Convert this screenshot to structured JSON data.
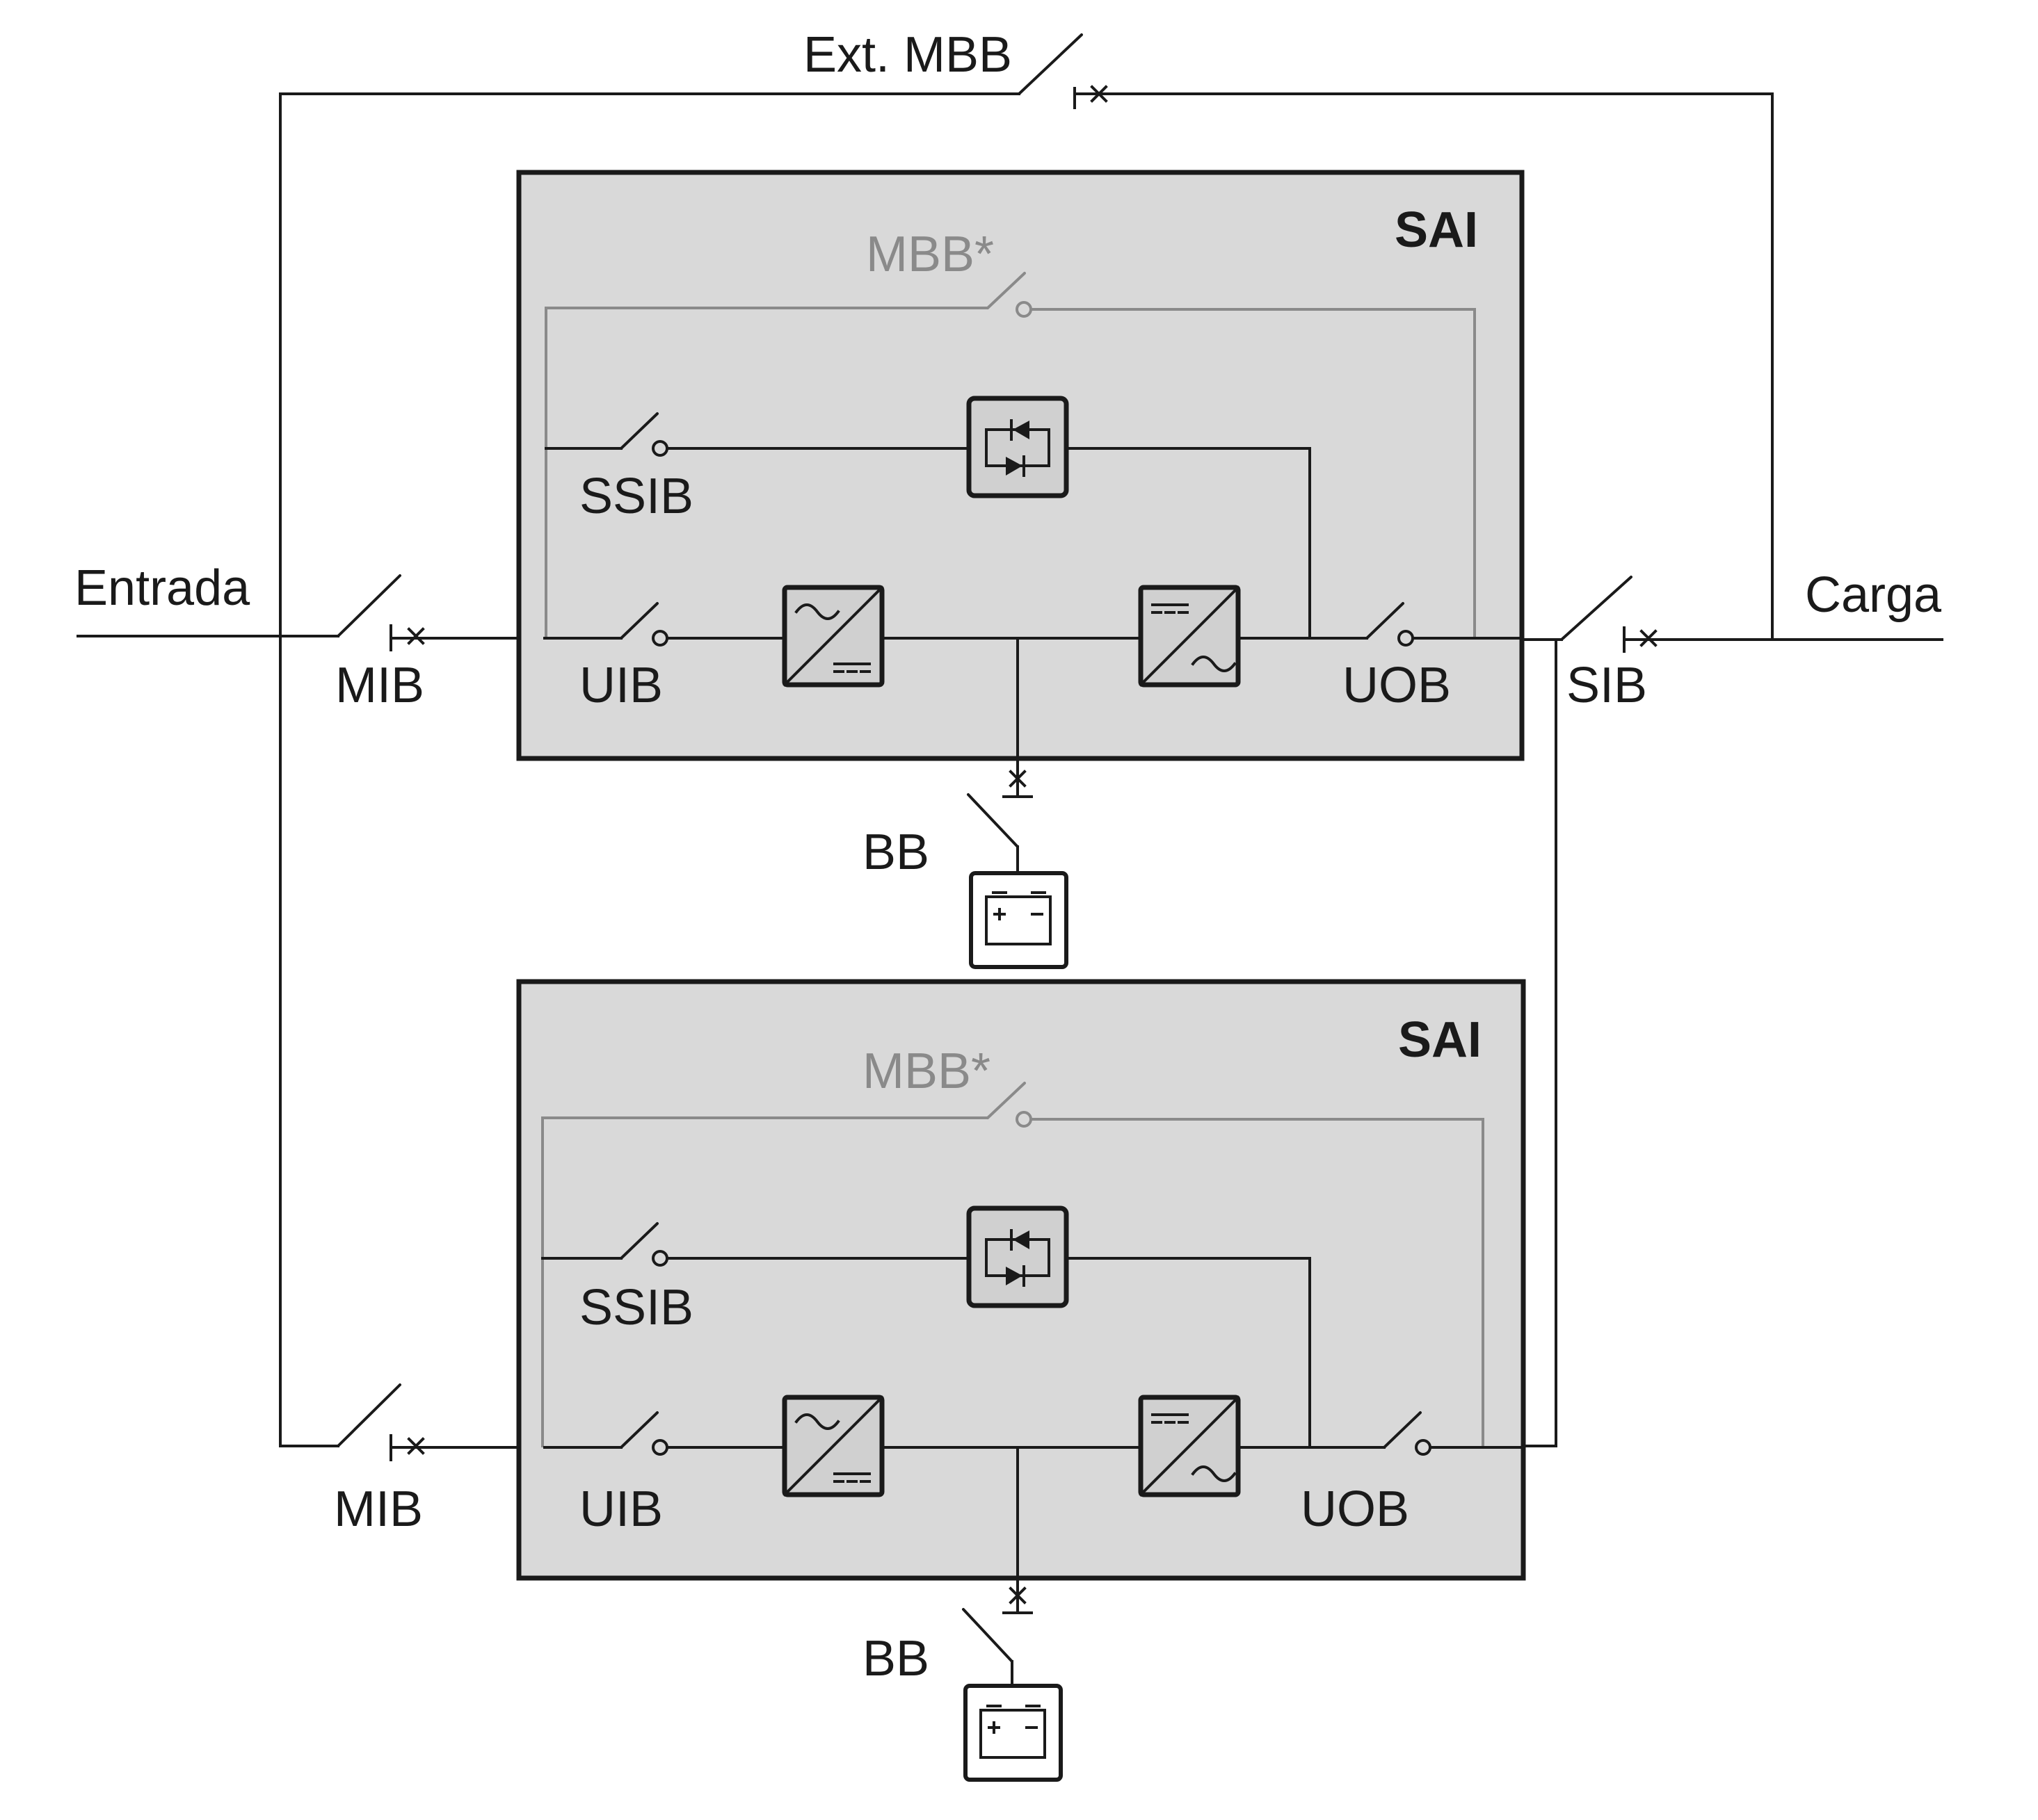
{
  "labels": {
    "input": "Entrada",
    "load": "Carga",
    "ext_mbb": "Ext. MBB",
    "sib": "SIB",
    "ups": "SAI",
    "mbb": "MBB*",
    "ssib": "SSIB",
    "uib": "UIB",
    "uob": "UOB",
    "mib": "MIB",
    "bb": "BB"
  },
  "colors": {
    "line": "#1a1a1a",
    "internal_bypass": "#8a8a8a",
    "ups_fill": "#d9d9d9"
  },
  "icons": [
    "switch-icon",
    "breaker-icon",
    "static-switch-icon",
    "rectifier-icon",
    "inverter-icon",
    "battery-icon"
  ]
}
